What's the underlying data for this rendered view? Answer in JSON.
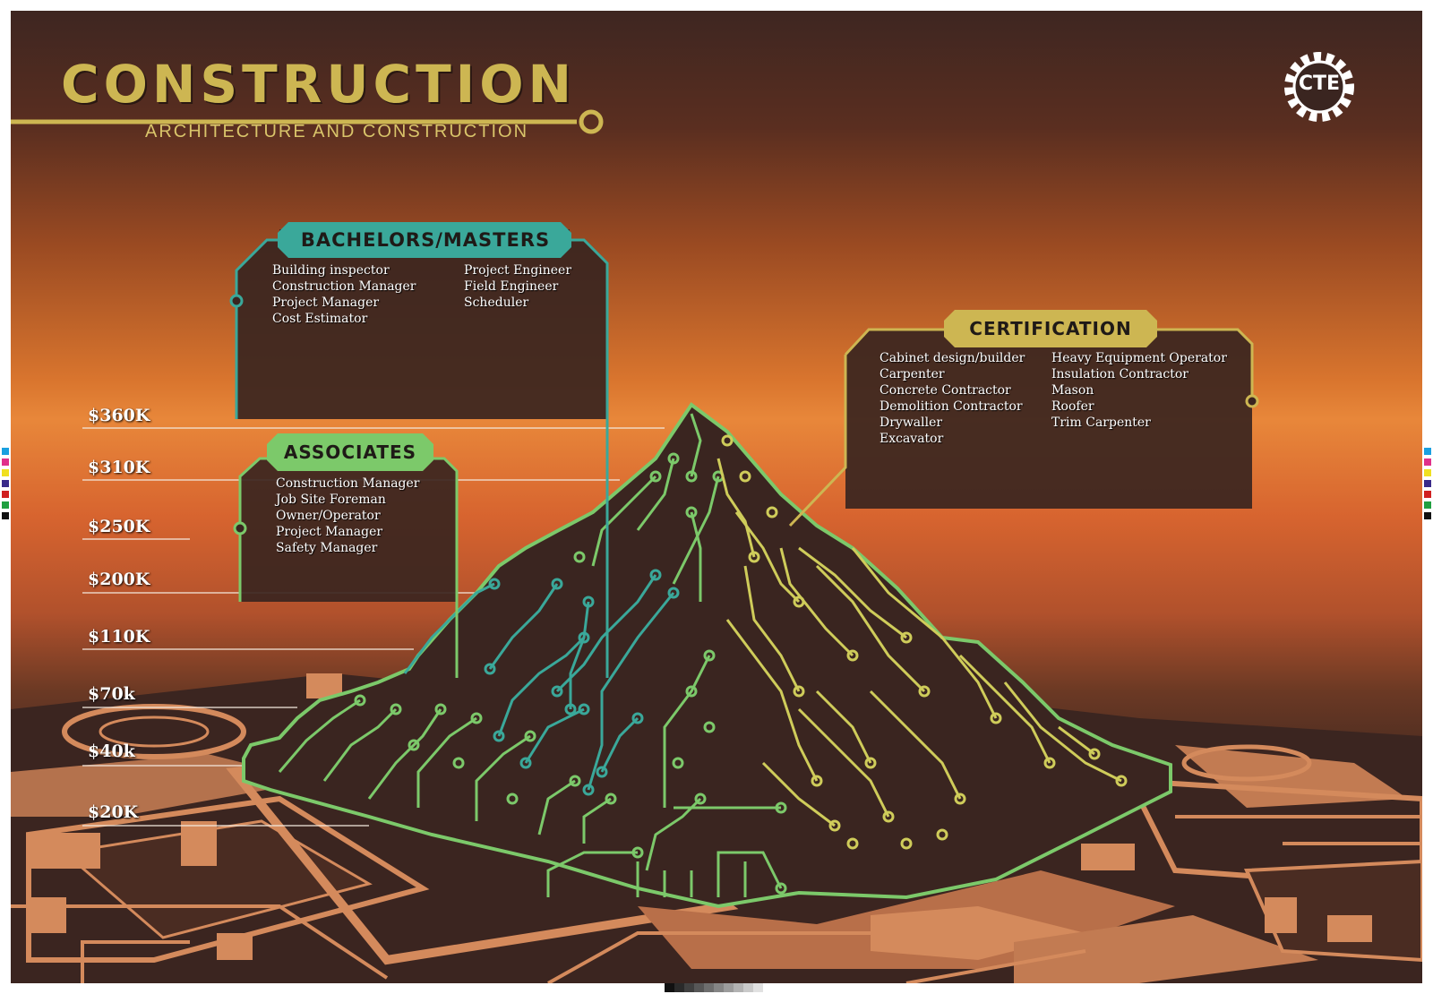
{
  "title": "CONSTRUCTION",
  "subtitle": "ARCHITECTURE AND CONSTRUCTION",
  "logo": {
    "text": "CTE",
    "icon": "gear-icon"
  },
  "salary_levels": [
    "$360K",
    "$310K",
    "$250K",
    "$200K",
    "$110K",
    "$70k",
    "$40k",
    "$20K"
  ],
  "bachelors": {
    "title": "BACHELORS/MASTERS",
    "col1": [
      "Building inspector",
      "Construction Manager",
      "Project Manager",
      "Cost Estimator"
    ],
    "col2": [
      "Project Engineer",
      "Field Engineer",
      "Scheduler"
    ]
  },
  "associates": {
    "title": "ASSOCIATES",
    "items": [
      "Construction Manager",
      "Job Site Foreman",
      "Owner/Operator",
      "Project Manager",
      "Safety Manager"
    ]
  },
  "certification": {
    "title": "CERTIFICATION",
    "col1": [
      "Cabinet design/builder",
      "Carpenter",
      "Concrete Contractor",
      "Demolition Contractor",
      "Drywaller",
      "Excavator"
    ],
    "col2": [
      "Heavy Equipment Operator",
      "Insulation Contractor",
      "Mason",
      "Roofer",
      "Trim Carpenter"
    ]
  },
  "colors": {
    "teal": "#3aa89a",
    "green": "#7cc96a",
    "gold": "#cdb652",
    "yellow": "#cfcc5a",
    "copper": "#d48a5c",
    "dark": "#3a2520"
  }
}
